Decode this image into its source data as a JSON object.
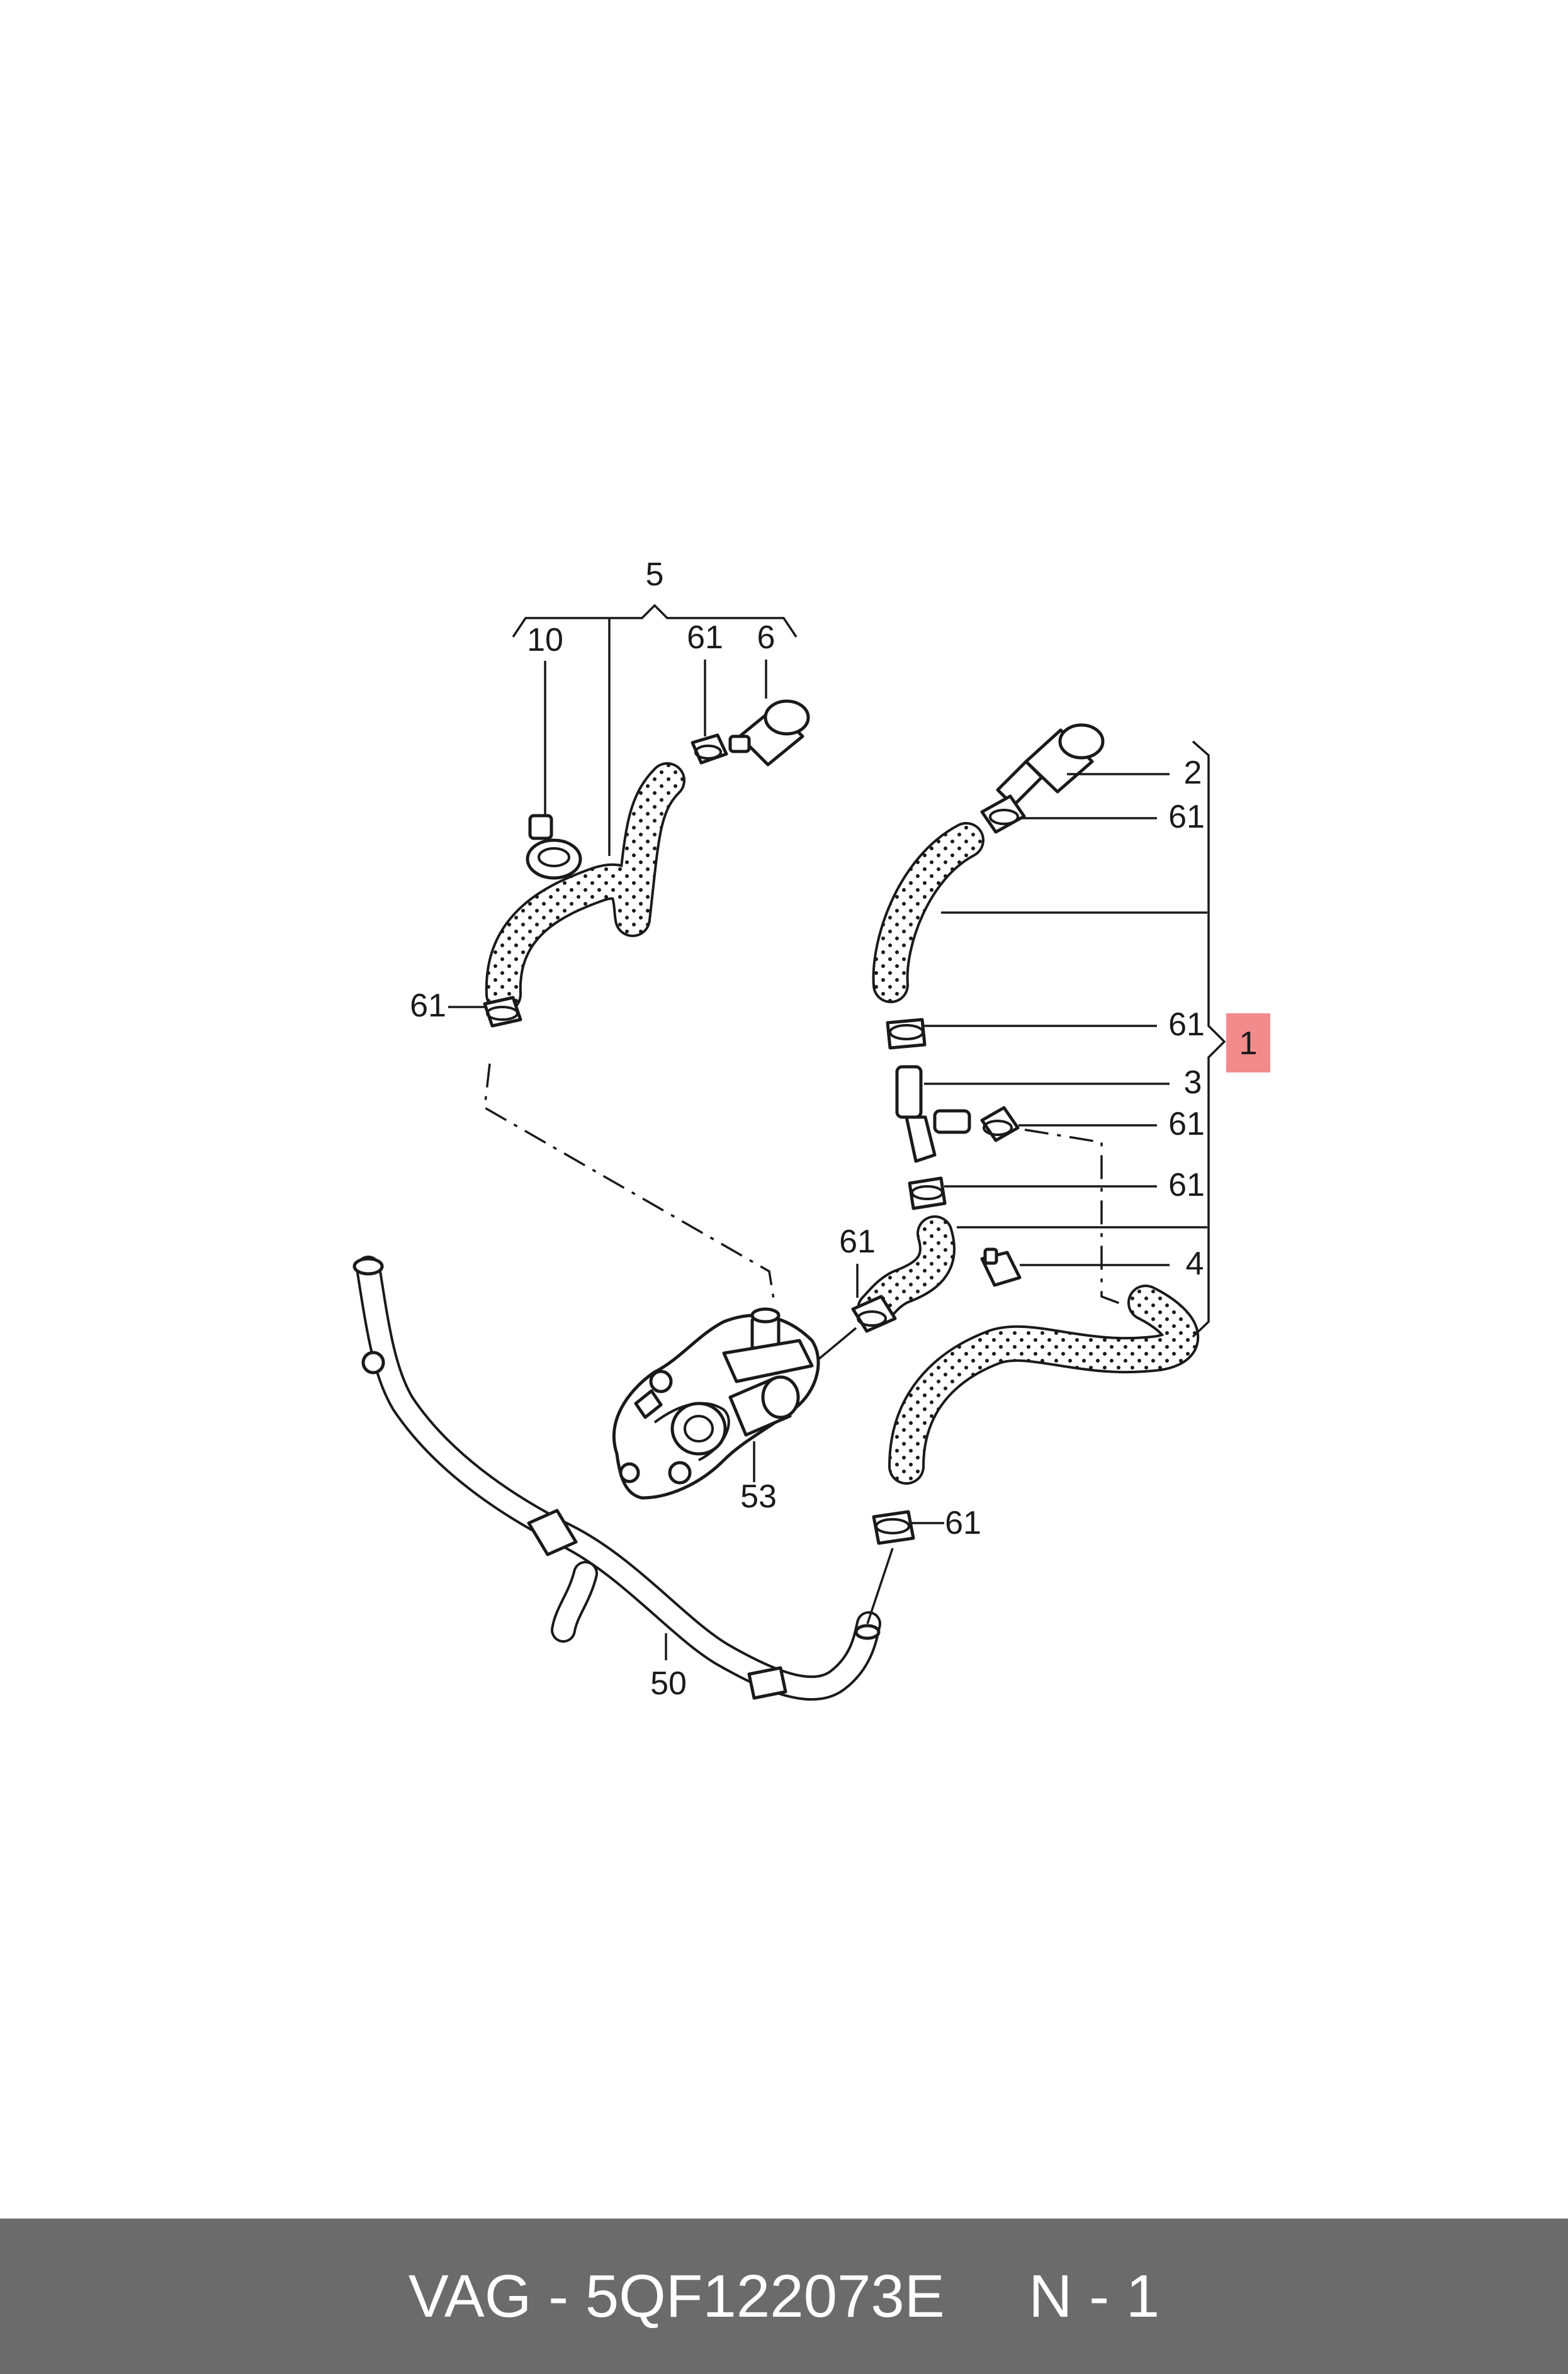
{
  "diagram": {
    "labels": {
      "l5": "5",
      "l10": "10",
      "l61a": "61",
      "l6": "6",
      "l61b": "61",
      "l2": "2",
      "l61c": "61",
      "l1": "1",
      "l61d": "61",
      "l3": "3",
      "l61e": "61",
      "l61f": "61",
      "l61g": "61",
      "l4": "4",
      "l53": "53",
      "l61h": "61",
      "l50": "50"
    },
    "highlight_color": "#f28b8b"
  },
  "footer": {
    "brand": "VAG",
    "sep": " - ",
    "part_number": "5QF122073E",
    "gap": "     ",
    "note": "N - 1"
  },
  "colors": {
    "footer_bg": "#6b6b6b",
    "footer_text": "#ffffff",
    "line": "#1a1a1a"
  }
}
